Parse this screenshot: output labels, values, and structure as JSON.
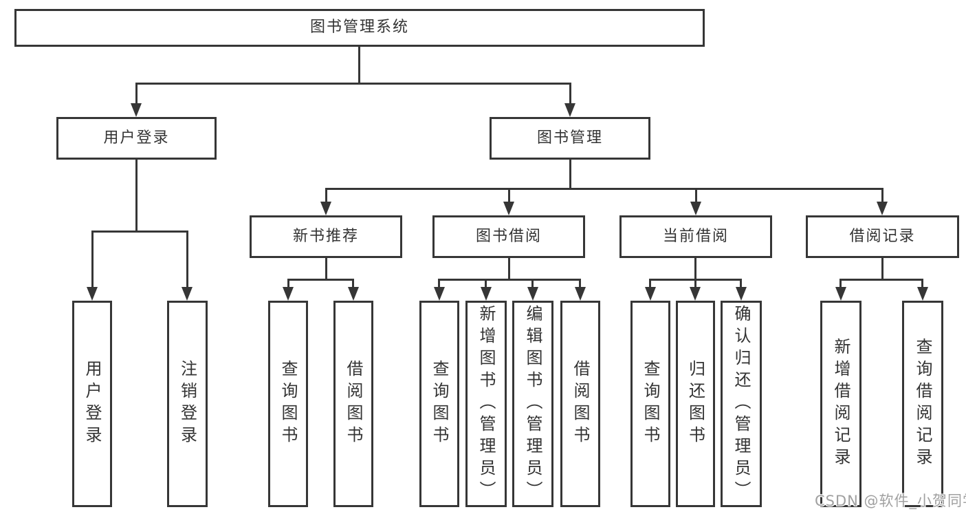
{
  "colors": {
    "line": "#363636",
    "border": "#363636",
    "text": "#333333",
    "background": "#ffffff",
    "watermark": "#a0a0a0"
  },
  "watermark": {
    "text": "CSDN @软件_小贺同学"
  },
  "tree": {
    "root": {
      "label": "图书管理系统",
      "children": [
        {
          "label": "用户登录",
          "children": [
            {
              "label": "用户登录"
            },
            {
              "label": "注销登录"
            }
          ]
        },
        {
          "label": "图书管理",
          "children": [
            {
              "label": "新书推荐",
              "children": [
                {
                  "label": "查询图书"
                },
                {
                  "label": "借阅图书"
                }
              ]
            },
            {
              "label": "图书借阅",
              "children": [
                {
                  "label": "查询图书"
                },
                {
                  "label": "新增图书（管理员）"
                },
                {
                  "label": "编辑图书（管理员）"
                },
                {
                  "label": "借阅图书"
                }
              ]
            },
            {
              "label": "当前借阅",
              "children": [
                {
                  "label": "查询图书"
                },
                {
                  "label": "归还图书"
                },
                {
                  "label": "确认归还（管理员）"
                }
              ]
            },
            {
              "label": "借阅记录",
              "children": [
                {
                  "label": "新增借阅记录"
                },
                {
                  "label": "查询借阅记录"
                }
              ]
            }
          ]
        }
      ]
    }
  }
}
